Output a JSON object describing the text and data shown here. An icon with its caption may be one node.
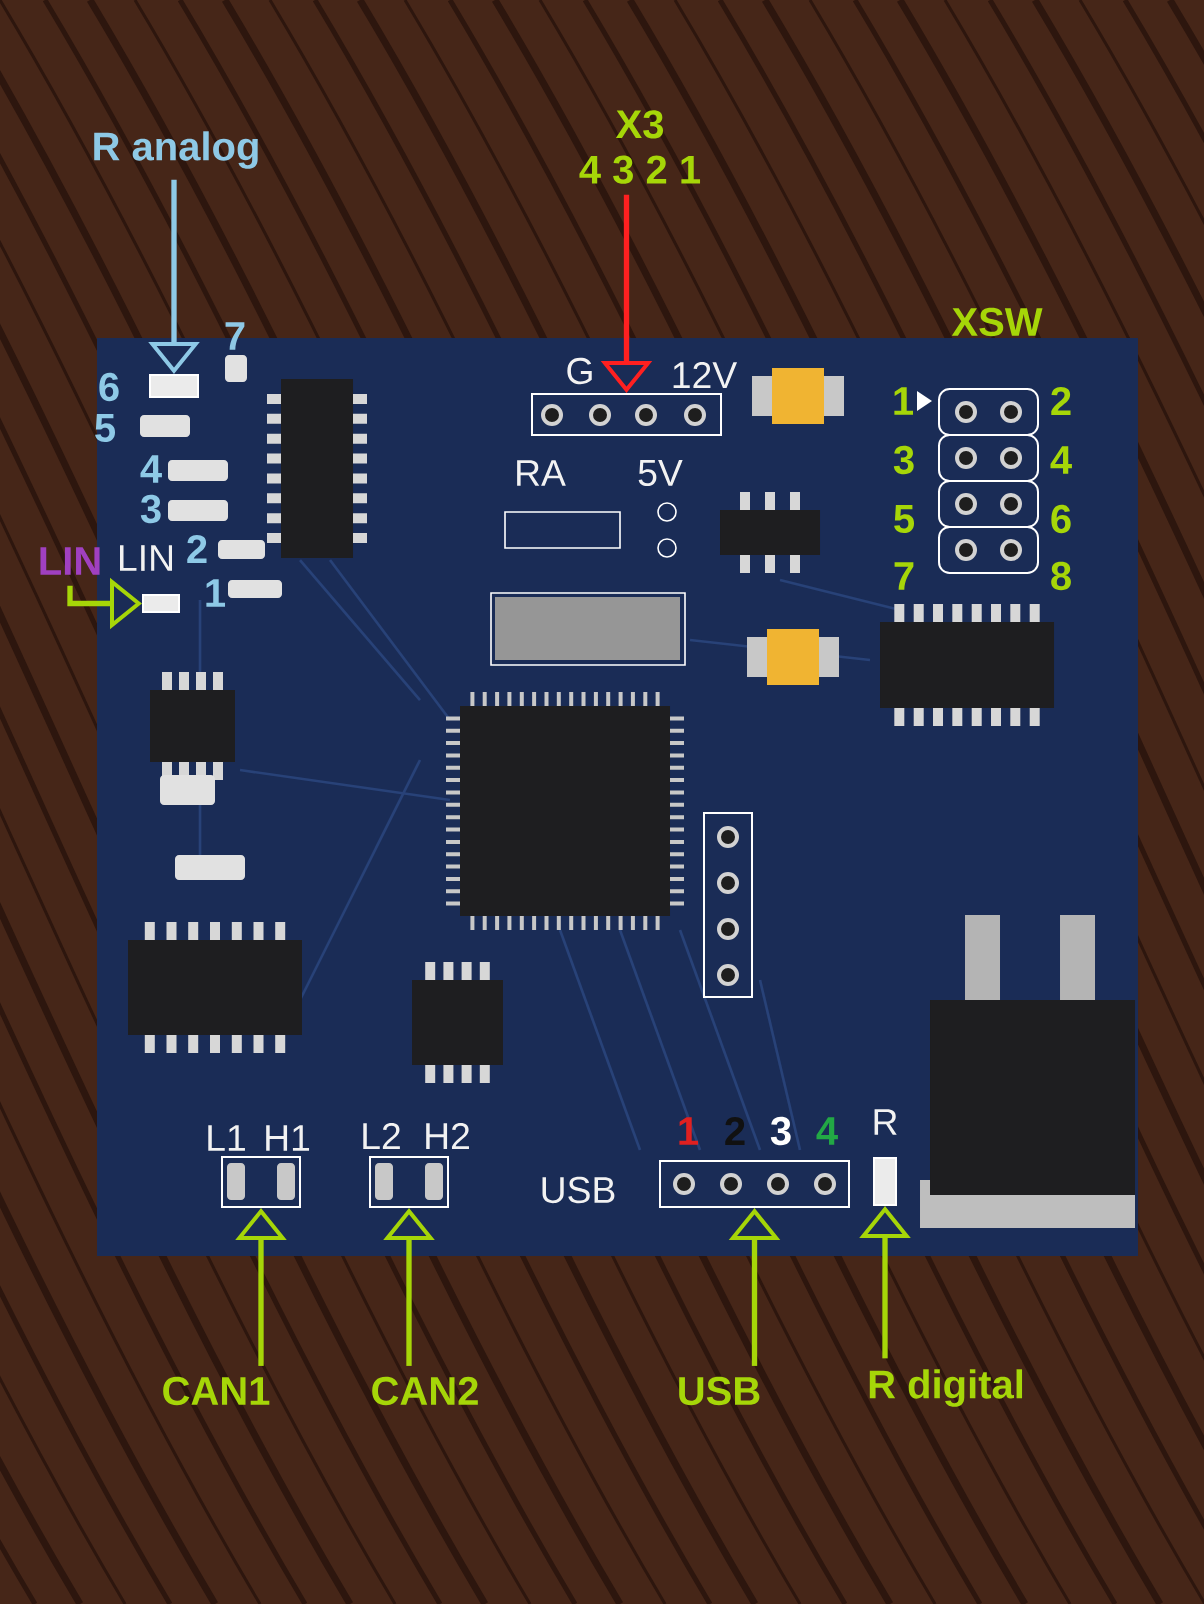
{
  "diagram": {
    "nodes": [
      {
        "text": [
          "X3",
          "4 3 2 1"
        ]
      },
      {
        "text": [
          "R analog"
        ]
      },
      {
        "text": [
          "LIN"
        ]
      },
      {
        "text": [
          "CAN1"
        ]
      },
      {
        "text": [
          "CAN2"
        ]
      },
      {
        "text": [
          "USB"
        ]
      },
      {
        "text": [
          "R digital"
        ]
      },
      {
        "text": [],
        "shape": "box"
      },
      {
        "text": [],
        "shape": "box"
      },
      {
        "text": [],
        "shape": "box"
      },
      {
        "text": [],
        "shape": "box"
      },
      {
        "text": [],
        "shape": "box"
      },
      {
        "text": [],
        "shape": "box"
      },
      {
        "text": [],
        "shape": "box"
      }
    ],
    "edges": [
      {
        "from": 0,
        "to": 7,
        "arrow": "to",
        "color": "#ff2020"
      },
      {
        "from": 1,
        "to": 8,
        "arrow": "to",
        "color": "#8ec9e6"
      },
      {
        "from": 2,
        "to": 9,
        "arrow": "to"
      },
      {
        "from": 3,
        "to": 10,
        "arrow": "to"
      },
      {
        "from": 4,
        "to": 11,
        "arrow": "to"
      },
      {
        "from": 5,
        "to": 12,
        "arrow": "to"
      },
      {
        "from": 6,
        "to": 13,
        "arrow": "to"
      }
    ],
    "labels": [
      "XSW",
      "G",
      "12V",
      "RA",
      "5V",
      "7",
      "6",
      "5",
      "4",
      "3",
      "2",
      "1",
      "LIN",
      "1",
      "2",
      "3",
      "4",
      "5",
      "6",
      "7",
      "8",
      "L1",
      "H1",
      "L2",
      "H2",
      "1",
      "2",
      "3",
      "4",
      "R",
      "USB"
    ]
  }
}
